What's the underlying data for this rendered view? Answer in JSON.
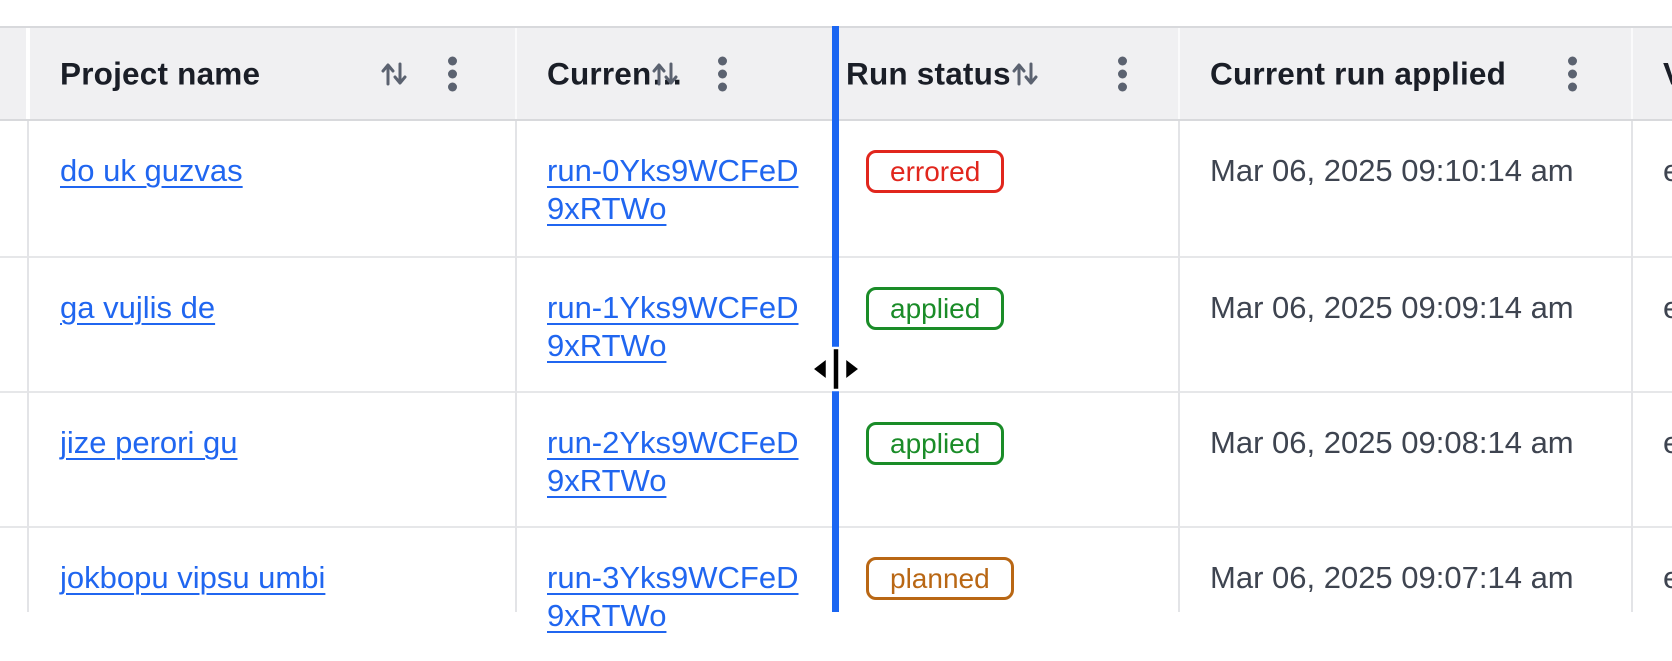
{
  "table": {
    "header": {
      "columns": [
        {
          "label": "Project name",
          "sortable": true,
          "menu": true
        },
        {
          "label": "Curren…",
          "full_label_truncated": true,
          "sortable": true,
          "menu": true
        },
        {
          "label": "Run status",
          "sortable": true,
          "menu": true
        },
        {
          "label": "Current run applied",
          "sortable": false,
          "menu": true
        },
        {
          "label": "V",
          "partial": true
        }
      ]
    },
    "rows": [
      {
        "project": "do uk guzvas",
        "run_id": "run-0Yks9WCFeD9xRTWo",
        "status": "errored",
        "applied": "Mar 06, 2025 09:10:14 am",
        "next_value": "e"
      },
      {
        "project": "ga vujlis de",
        "run_id": "run-1Yks9WCFeD9xRTWo",
        "status": "applied",
        "applied": "Mar 06, 2025 09:09:14 am",
        "next_value": "e"
      },
      {
        "project": "jize perori gu",
        "run_id": "run-2Yks9WCFeD9xRTWo",
        "status": "applied",
        "applied": "Mar 06, 2025 09:08:14 am",
        "next_value": "e"
      },
      {
        "project": "jokbopu vipsu umbi",
        "run_id": "run-3Yks9WCFeD9xRTWo",
        "status": "planned",
        "applied": "Mar 06, 2025 09:07:14 am",
        "next_value": "e"
      }
    ],
    "ui_state": {
      "column_resize_indicator_visible": true
    },
    "icons": {
      "sort": "arrows-up-down",
      "menu": "kebab-vertical",
      "cursor": "column-resize-cursor"
    },
    "colors": {
      "link": "#2066f0",
      "resize_line": "#1b66f2",
      "status_errored": "#e1261d",
      "status_applied": "#1a8c28",
      "status_planned": "#b96714",
      "header_bg": "#f0f0f2",
      "border": "#e3e4e7",
      "body_text": "#3e4450",
      "header_text": "#1a1e27",
      "icon_gray": "#5b6270"
    }
  }
}
